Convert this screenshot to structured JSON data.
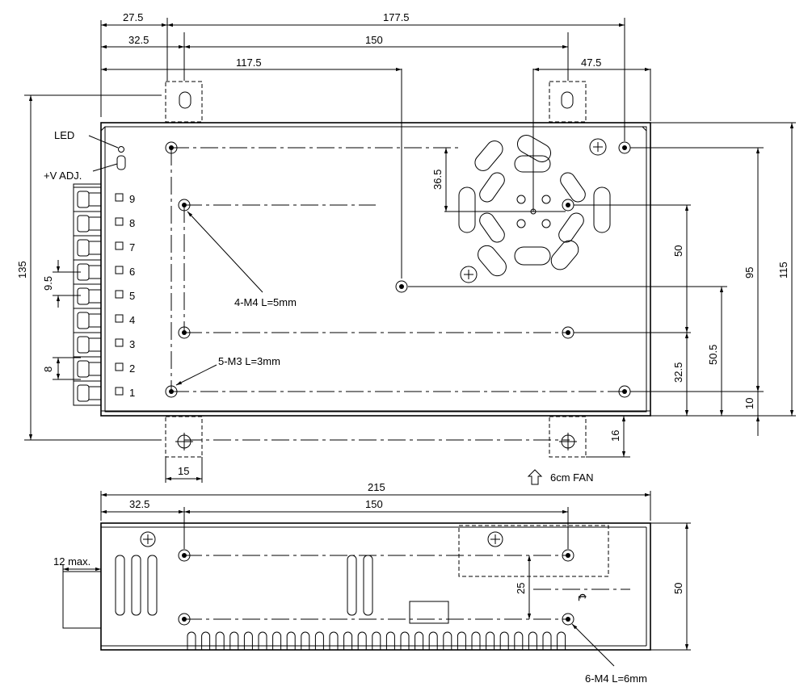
{
  "top_view": {
    "dims": {
      "d27_5": "27.5",
      "d177_5": "177.5",
      "d32_5": "32.5",
      "d150": "150",
      "d117_5": "117.5",
      "d47_5": "47.5",
      "d36_5": "36.5",
      "d135": "135",
      "d9_5": "9.5",
      "d8": "8",
      "d115": "115",
      "d95": "95",
      "d50": "50",
      "d50_5": "50.5",
      "d32_5b": "32.5",
      "d10": "10",
      "d16": "16",
      "d15": "15"
    },
    "labels": {
      "led": "LED",
      "vadj": "+V ADJ.",
      "m4": "4-M4 L=5mm",
      "m3": "5-M3 L=3mm",
      "fan": "6cm FAN"
    },
    "terminals": [
      "9",
      "8",
      "7",
      "6",
      "5",
      "4",
      "3",
      "2",
      "1"
    ]
  },
  "side_view": {
    "dims": {
      "d215": "215",
      "d32_5": "32.5",
      "d150": "150",
      "d12max": "12 max.",
      "d25": "25",
      "d50": "50"
    },
    "labels": {
      "m4": "6-M4 L=6mm"
    }
  }
}
